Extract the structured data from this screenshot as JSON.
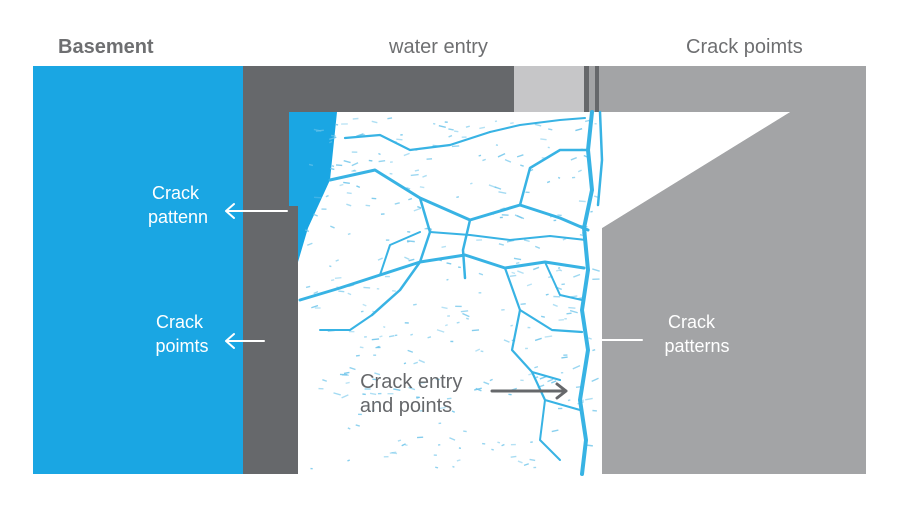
{
  "headers": {
    "left": "Basement",
    "center": "water entry",
    "right": "Crack poimts"
  },
  "labels": {
    "left_upper": [
      "Crack",
      "pattenn"
    ],
    "left_lower": [
      "Crack",
      "poimts"
    ],
    "center_lower": [
      "Crack entry",
      "and points"
    ],
    "right_mid": [
      "Crack",
      "patterns"
    ]
  },
  "colors": {
    "water_blue": "#1aa6e3",
    "crack_blue": "#38b3e4",
    "dark_gray": "#66686b",
    "mid_gray": "#a3a4a6",
    "light_gray": "#c6c6c8",
    "text_gray": "#6e6f71",
    "label_white": "#ffffff"
  }
}
